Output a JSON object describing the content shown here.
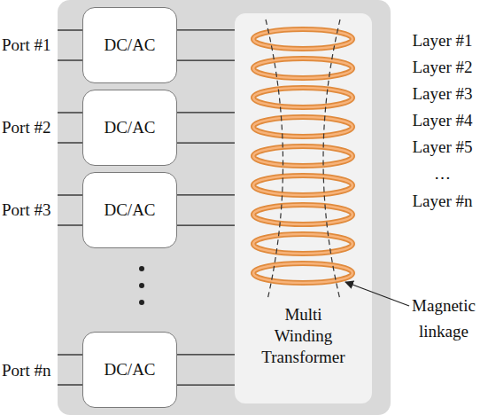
{
  "diagram": {
    "nodes": [
      {
        "text": [
          "DC/AC"
        ]
      },
      {
        "text": [
          "DC/AC"
        ]
      },
      {
        "text": [
          "DC/AC"
        ]
      },
      {
        "text": [
          "DC/AC"
        ]
      },
      {
        "text": [
          "Multi Winding Transformer"
        ]
      }
    ],
    "edges": [
      {
        "from": 0,
        "to": 4,
        "arrow": "none"
      },
      {
        "from": 0,
        "to": 4,
        "arrow": "none"
      },
      {
        "from": 1,
        "to": 4,
        "arrow": "none"
      },
      {
        "from": 1,
        "to": 4,
        "arrow": "none"
      },
      {
        "from": 2,
        "to": 4,
        "arrow": "none"
      },
      {
        "from": 2,
        "to": 4,
        "arrow": "none"
      },
      {
        "from": 3,
        "to": 4,
        "arrow": "none"
      },
      {
        "from": 3,
        "to": 4,
        "arrow": "none"
      }
    ],
    "labels": [
      "Port #1",
      "Port #2",
      "Port #3",
      "Port #n",
      "Layer #1",
      "Layer #2",
      "Layer #3",
      "Layer #4",
      "Layer #5",
      "…",
      "Layer #n",
      "Magnetic linkage"
    ]
  }
}
